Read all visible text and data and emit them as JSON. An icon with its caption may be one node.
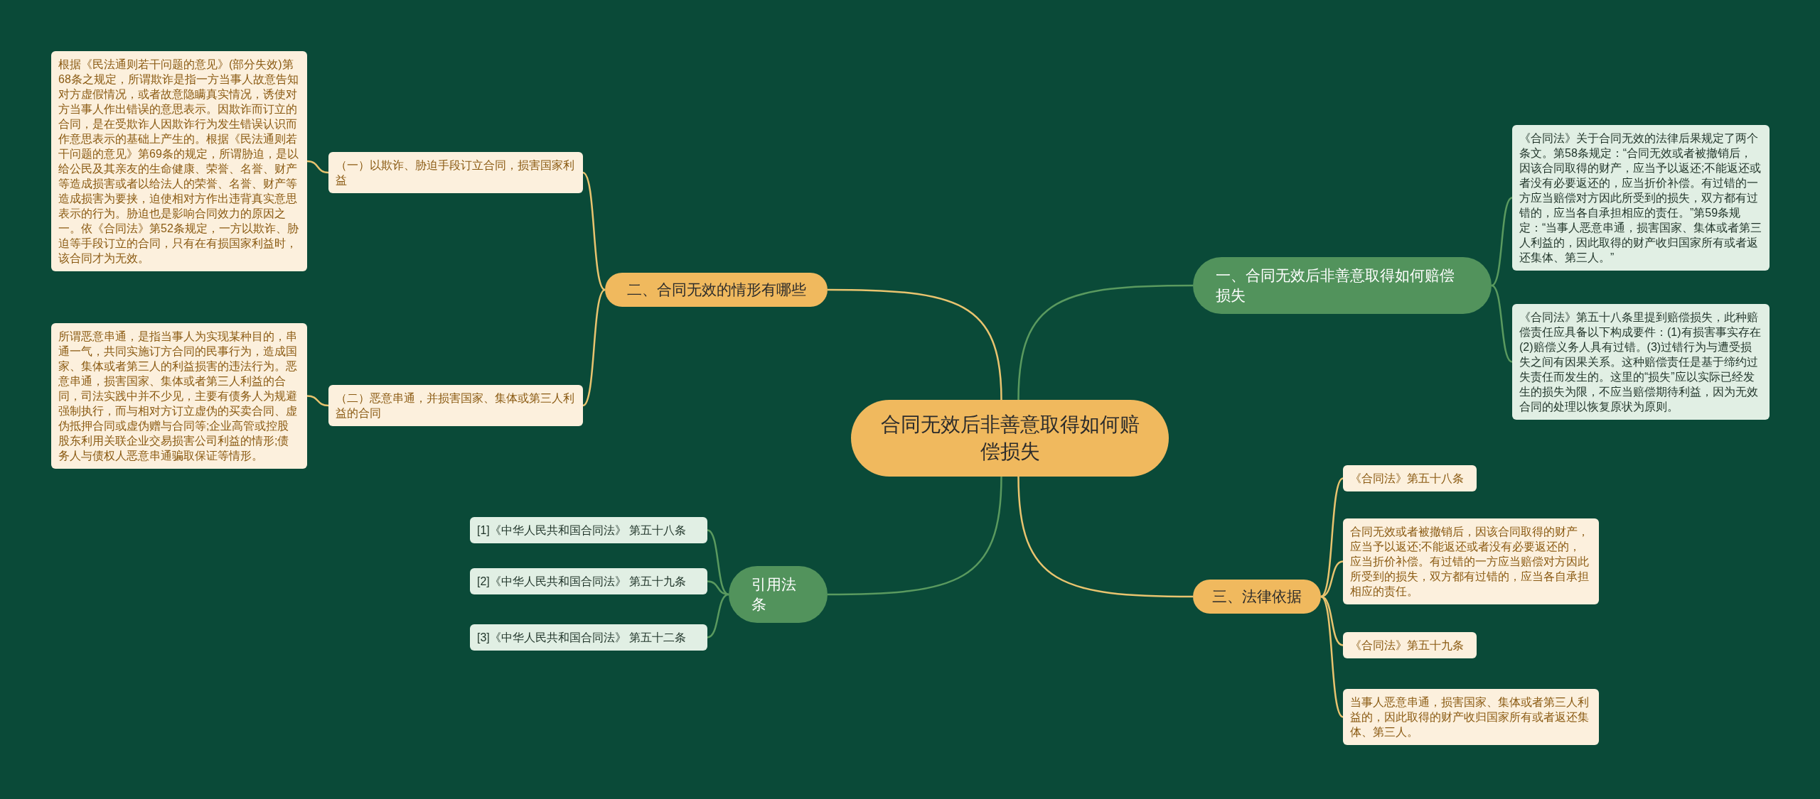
{
  "diagram": {
    "nodes": [
      {
        "text": [
          "合同无效后非善意取得如何赔偿损失"
        ]
      },
      {
        "text": [
          "一、合同无效后非善意取得如何赔偿损失"
        ]
      },
      {
        "text": [
          "《合同法》关于合同无效的法律后果规定了两个条文。第58条规定：“合同无效或者被撤销后，因该合同取得的财产，应当予以返还;不能返还或者没有必要返还的，应当折价补偿。有过错的一方应当赔偿对方因此所受到的损失，双方都有过错的，应当各自承担相应的责任。”第59条规定：“当事人恶意串通，损害国家、集体或者第三人利益的，因此取得的财产收归国家所有或者返还集体、第三人。”"
        ]
      },
      {
        "text": [
          "《合同法》第五十八条里提到赔偿损失，此种赔偿责任应具备以下构成要件：(1)有损害事实存在(2)赔偿义务人具有过错。(3)过错行为与遭受损失之间有因果关系。这种赔偿责任是基于缔约过失责任而发生的。这里的“损失”应以实际已经发生的损失为限，不应当赔偿期待利益，因为无效合同的处理以恢复原状为原则。"
        ]
      },
      {
        "text": [
          "二、合同无效的情形有哪些"
        ]
      },
      {
        "text": [
          "（一）以欺诈、胁迫手段订立合同，损害国家利益"
        ]
      },
      {
        "text": [
          "根据《民法通则若干问题的意见》(部分失效)第68条之规定，所谓欺诈是指一方当事人故意告知对方虚假情况，或者故意隐瞒真实情况，诱使对方当事人作出错误的意思表示。因欺诈而订立的合同，是在受欺诈人因欺诈行为发生错误认识而作意思表示的基础上产生的。根据《民法通则若干问题的意见》第69条的规定，所谓胁迫，是以给公民及其亲友的生命健康、荣誉、名誉、财产等造成损害或者以给法人的荣誉、名誉、财产等造成损害为要挟，迫使相对方作出违背真实意思表示的行为。胁迫也是影响合同效力的原因之一。依《合同法》第52条规定，一方以欺诈、胁迫等手段订立的合同，只有在有损国家利益时，该合同才为无效。"
        ]
      },
      {
        "text": [
          "（二）恶意串通，并损害国家、集体或第三人利益的合同"
        ]
      },
      {
        "text": [
          "所谓恶意串通，是指当事人为实现某种目的，串通一气，共同实施订方合同的民事行为，造成国家、集体或者第三人的利益损害的违法行为。恶意串通，损害国家、集体或者第三人利益的合同，司法实践中并不少见，主要有债务人为规避强制执行，而与相对方订立虚伪的买卖合同、虚伪抵押合同或虚伪赠与合同等;企业高管或控股股东利用关联企业交易损害公司利益的情形;债务人与债权人恶意串通骗取保证等情形。"
        ]
      },
      {
        "text": [
          "引用法条"
        ]
      },
      {
        "text": [
          "[1]《中华人民共和国合同法》 第五十八条"
        ]
      },
      {
        "text": [
          "[2]《中华人民共和国合同法》 第五十九条"
        ]
      },
      {
        "text": [
          "[3]《中华人民共和国合同法》 第五十二条"
        ]
      },
      {
        "text": [
          "三、法律依据"
        ]
      },
      {
        "text": [
          "《合同法》第五十八条"
        ]
      },
      {
        "text": [
          "合同无效或者被撤销后，因该合同取得的财产，应当予以返还;不能返还或者没有必要返还的，应当折价补偿。有过错的一方应当赔偿对方因此所受到的损失，双方都有过错的，应当各自承担相应的责任。"
        ]
      },
      {
        "text": [
          "《合同法》第五十九条"
        ]
      },
      {
        "text": [
          "当事人恶意串通，损害国家、集体或者第三人利益的，因此取得的财产收归国家所有或者返还集体、第三人。"
        ]
      }
    ],
    "edges": [
      {
        "from": 0,
        "to": 1,
        "arrow": "none",
        "color": "#5a9a5f"
      },
      {
        "from": 1,
        "to": 2,
        "arrow": "none",
        "color": "#5a9a5f"
      },
      {
        "from": 1,
        "to": 3,
        "arrow": "none",
        "color": "#5a9a5f"
      },
      {
        "from": 0,
        "to": 4,
        "arrow": "none"
      },
      {
        "from": 4,
        "to": 5,
        "arrow": "none"
      },
      {
        "from": 5,
        "to": 6,
        "arrow": "none"
      },
      {
        "from": 4,
        "to": 7,
        "arrow": "none"
      },
      {
        "from": 7,
        "to": 8,
        "arrow": "none"
      },
      {
        "from": 0,
        "to": 9,
        "arrow": "none",
        "color": "#5a9a5f"
      },
      {
        "from": 9,
        "to": 10,
        "arrow": "none",
        "color": "#5a9a5f"
      },
      {
        "from": 9,
        "to": 11,
        "arrow": "none",
        "color": "#5a9a5f"
      },
      {
        "from": 9,
        "to": 12,
        "arrow": "none",
        "color": "#5a9a5f"
      },
      {
        "from": 0,
        "to": 13,
        "arrow": "none"
      },
      {
        "from": 13,
        "to": 14,
        "arrow": "none"
      },
      {
        "from": 13,
        "to": 15,
        "arrow": "none"
      },
      {
        "from": 13,
        "to": 16,
        "arrow": "none"
      },
      {
        "from": 13,
        "to": 17,
        "arrow": "none"
      }
    ]
  }
}
